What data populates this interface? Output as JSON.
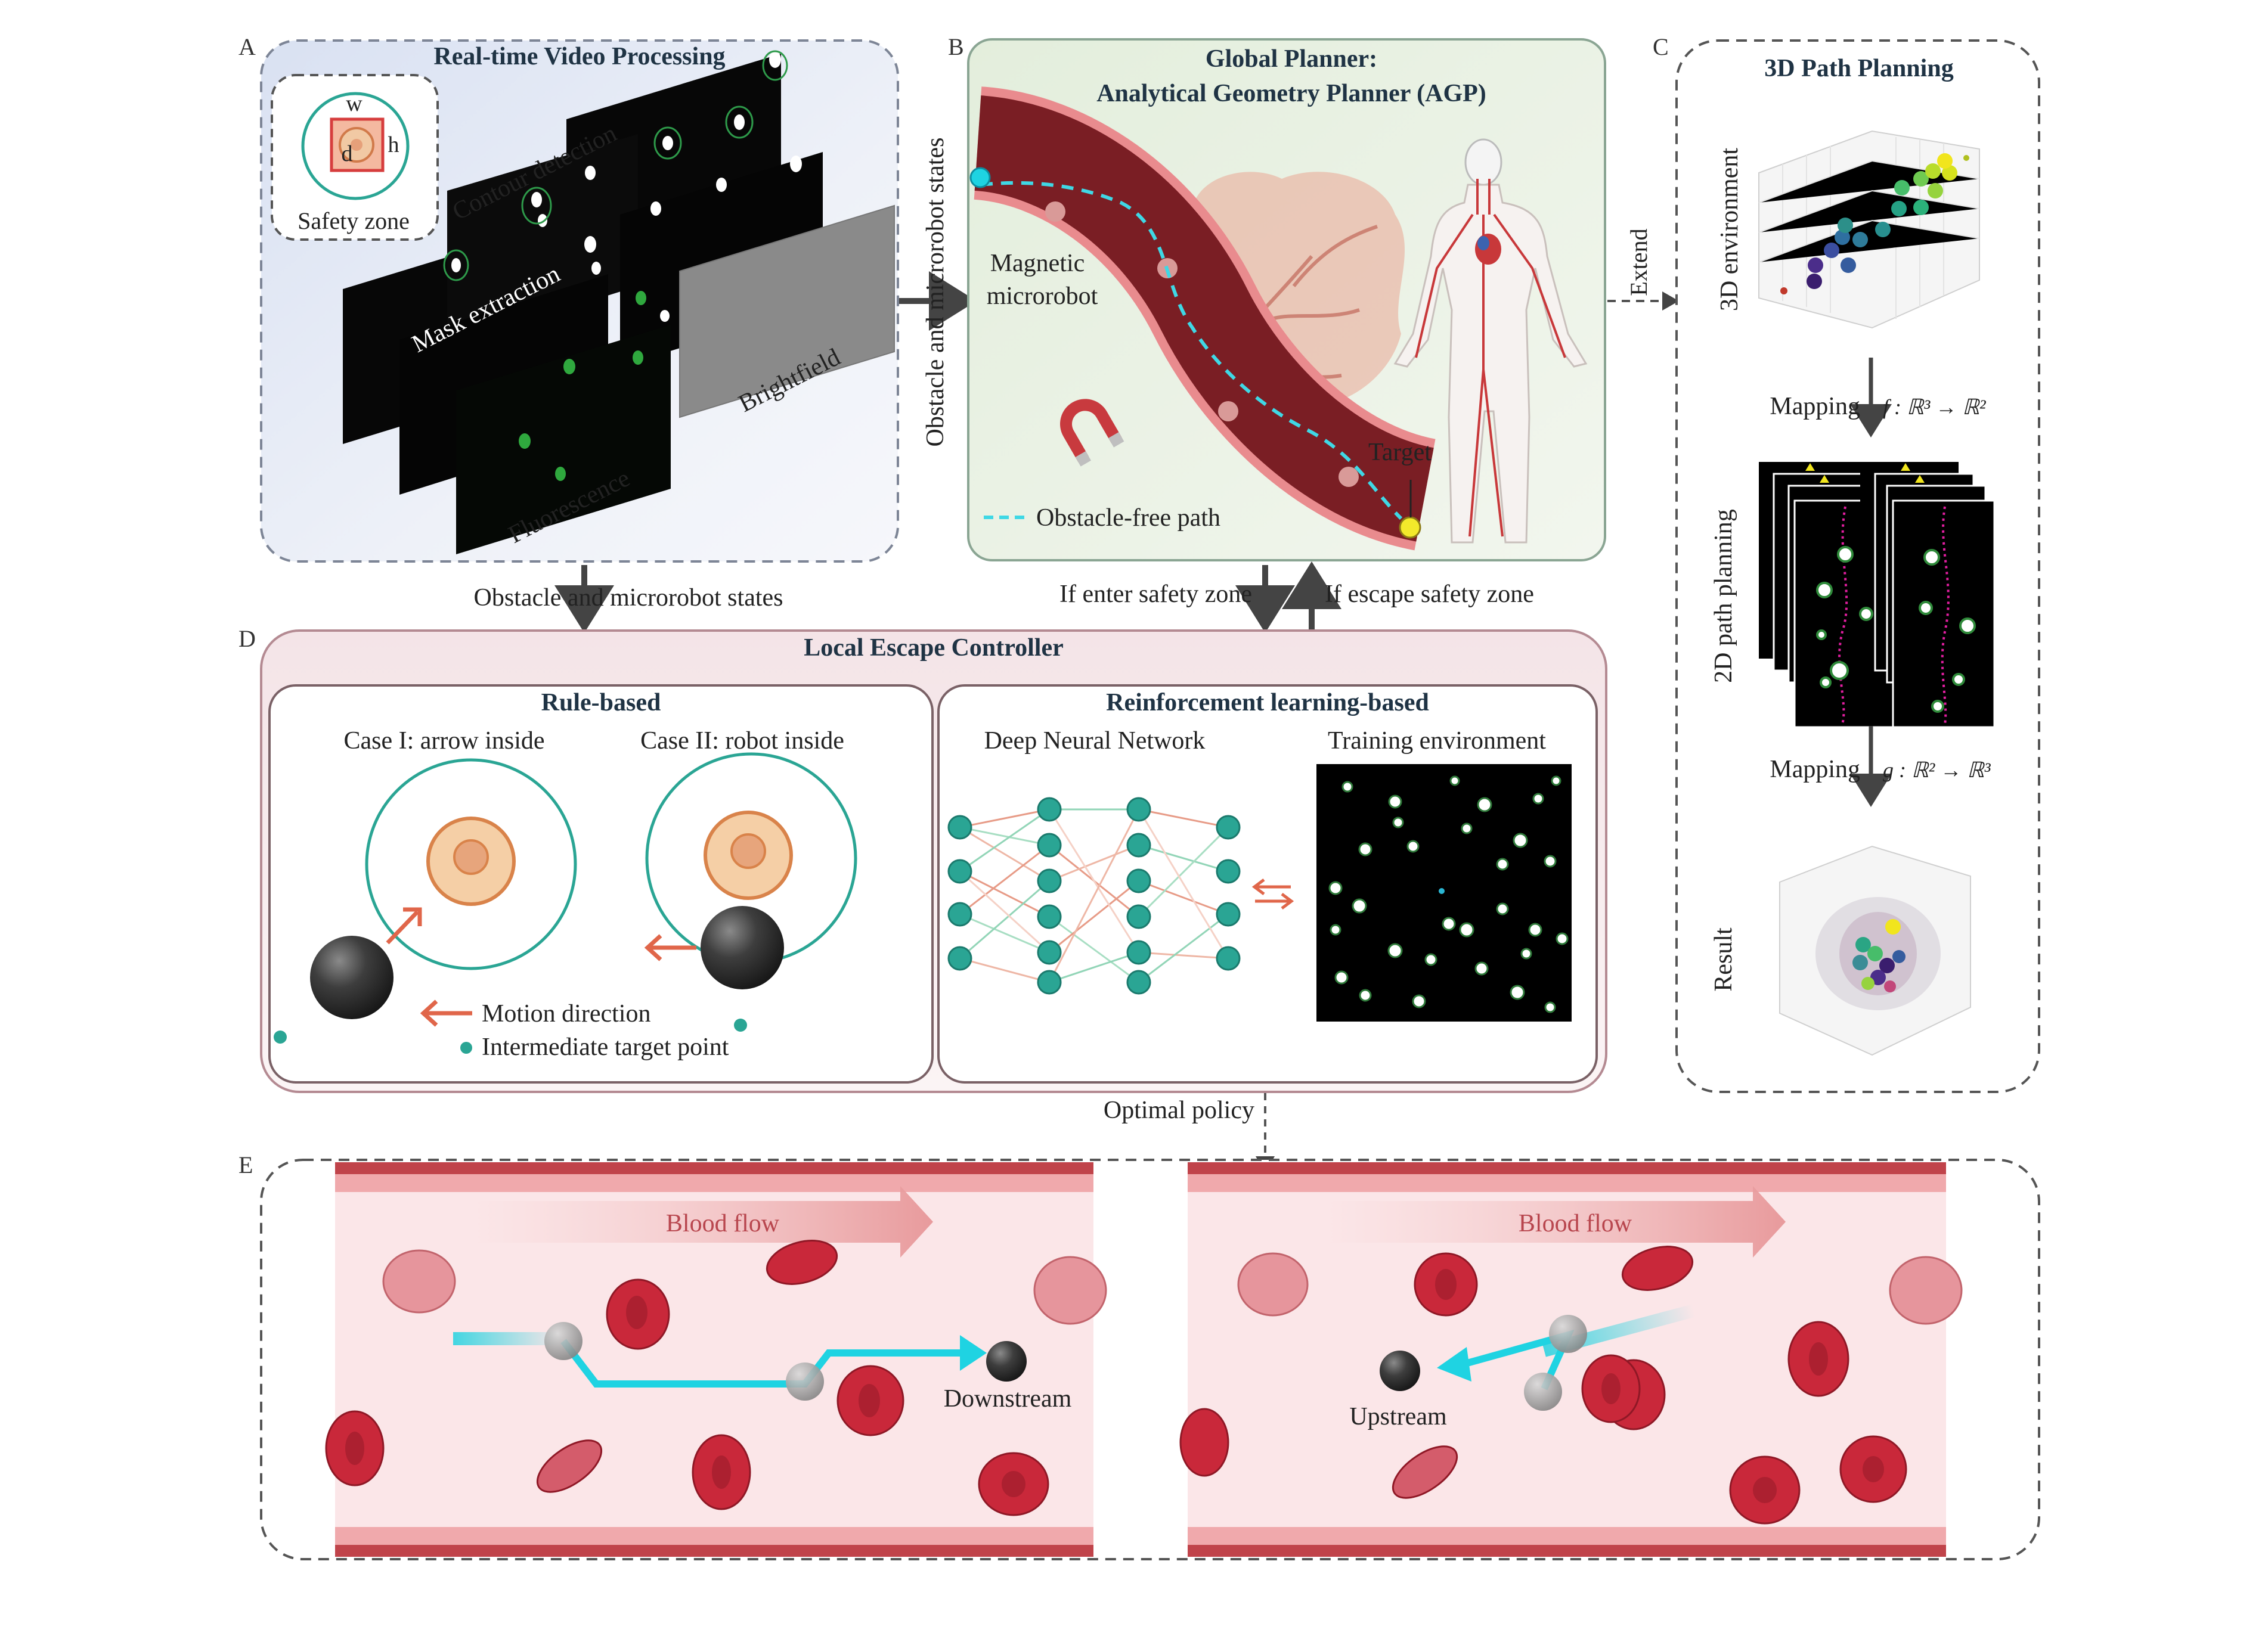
{
  "panel_letters": {
    "a": "A",
    "b": "B",
    "c": "C",
    "d": "D",
    "e": "E"
  },
  "panel_a": {
    "title": "Real-time Video Processing",
    "inset_w": "w",
    "inset_h": "h",
    "inset_d": "d",
    "safety_zone": "Safety zone",
    "contour_detection": "Contour detection",
    "mask_extraction": "Mask extraction",
    "brightfield": "Brightfield",
    "fluorescence": "Fluorescence"
  },
  "panel_b": {
    "title_line1": "Global Planner:",
    "title_line2": "Analytical Geometry Planner (AGP)",
    "side_label": "Obstacle and microrobot states",
    "magnetic_line1": "Magnetic",
    "magnetic_line2": "microrobot",
    "target": "Target",
    "legend_path": "Obstacle-free path"
  },
  "panel_c": {
    "title": "3D Path Planning",
    "env_3d": "3D environment",
    "extend": "Extend",
    "mapping_f_word": "Mapping",
    "mapping_f_formula": "f : ℝ³ → ℝ²",
    "planning_2d": "2D path planning",
    "mapping_g_word": "Mapping",
    "mapping_g_formula": "g : ℝ² → ℝ³",
    "result": "Result"
  },
  "arrows": {
    "obstacle_states": "Obstacle and microrobot states",
    "if_enter": "If enter safety zone",
    "if_escape": "If escape safety zone",
    "optimal_policy": "Optimal policy"
  },
  "panel_d": {
    "title": "Local Escape Controller",
    "rule_title": "Rule-based",
    "case1": "Case I: arrow inside",
    "case2": "Case II: robot inside",
    "motion_direction": "Motion direction",
    "intermediate_target": "Intermediate target point",
    "rl_title": "Reinforcement learning-based",
    "dnn": "Deep Neural Network",
    "training_env": "Training environment"
  },
  "panel_e": {
    "blood_flow_left": "Blood flow",
    "blood_flow_right": "Blood flow",
    "downstream": "Downstream",
    "upstream": "Upstream"
  },
  "colors": {
    "teal": "#2aa594",
    "cyan": "#22d3e0",
    "orange_arrow": "#e0664a",
    "vessel": "#7a1e24",
    "rbc": "#c9283a",
    "panel_d_border": "#b48a92",
    "panel_b_bg": "#e8f0e2",
    "panel_a_bg": "#dfe6f3"
  }
}
